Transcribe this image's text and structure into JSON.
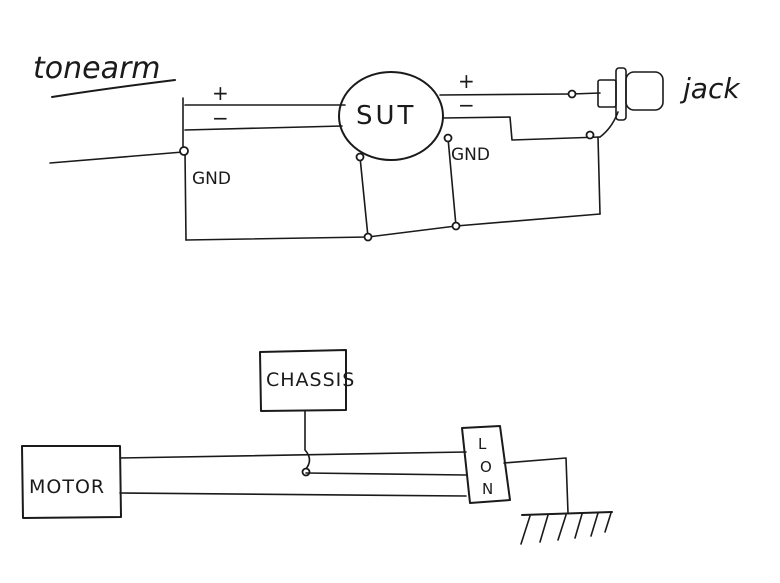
{
  "top": {
    "source_label": "tonearm",
    "plus_left": "+",
    "minus_left": "−",
    "sut_label": "SUT",
    "plus_right": "+",
    "minus_right": "−",
    "gnd_left": "GND",
    "gnd_right": "GND",
    "jack_label": "jack"
  },
  "bottom": {
    "chassis_label": "CHASSIS",
    "motor_label": "MOTOR",
    "switch_labels": [
      "L",
      "O",
      "N"
    ]
  }
}
